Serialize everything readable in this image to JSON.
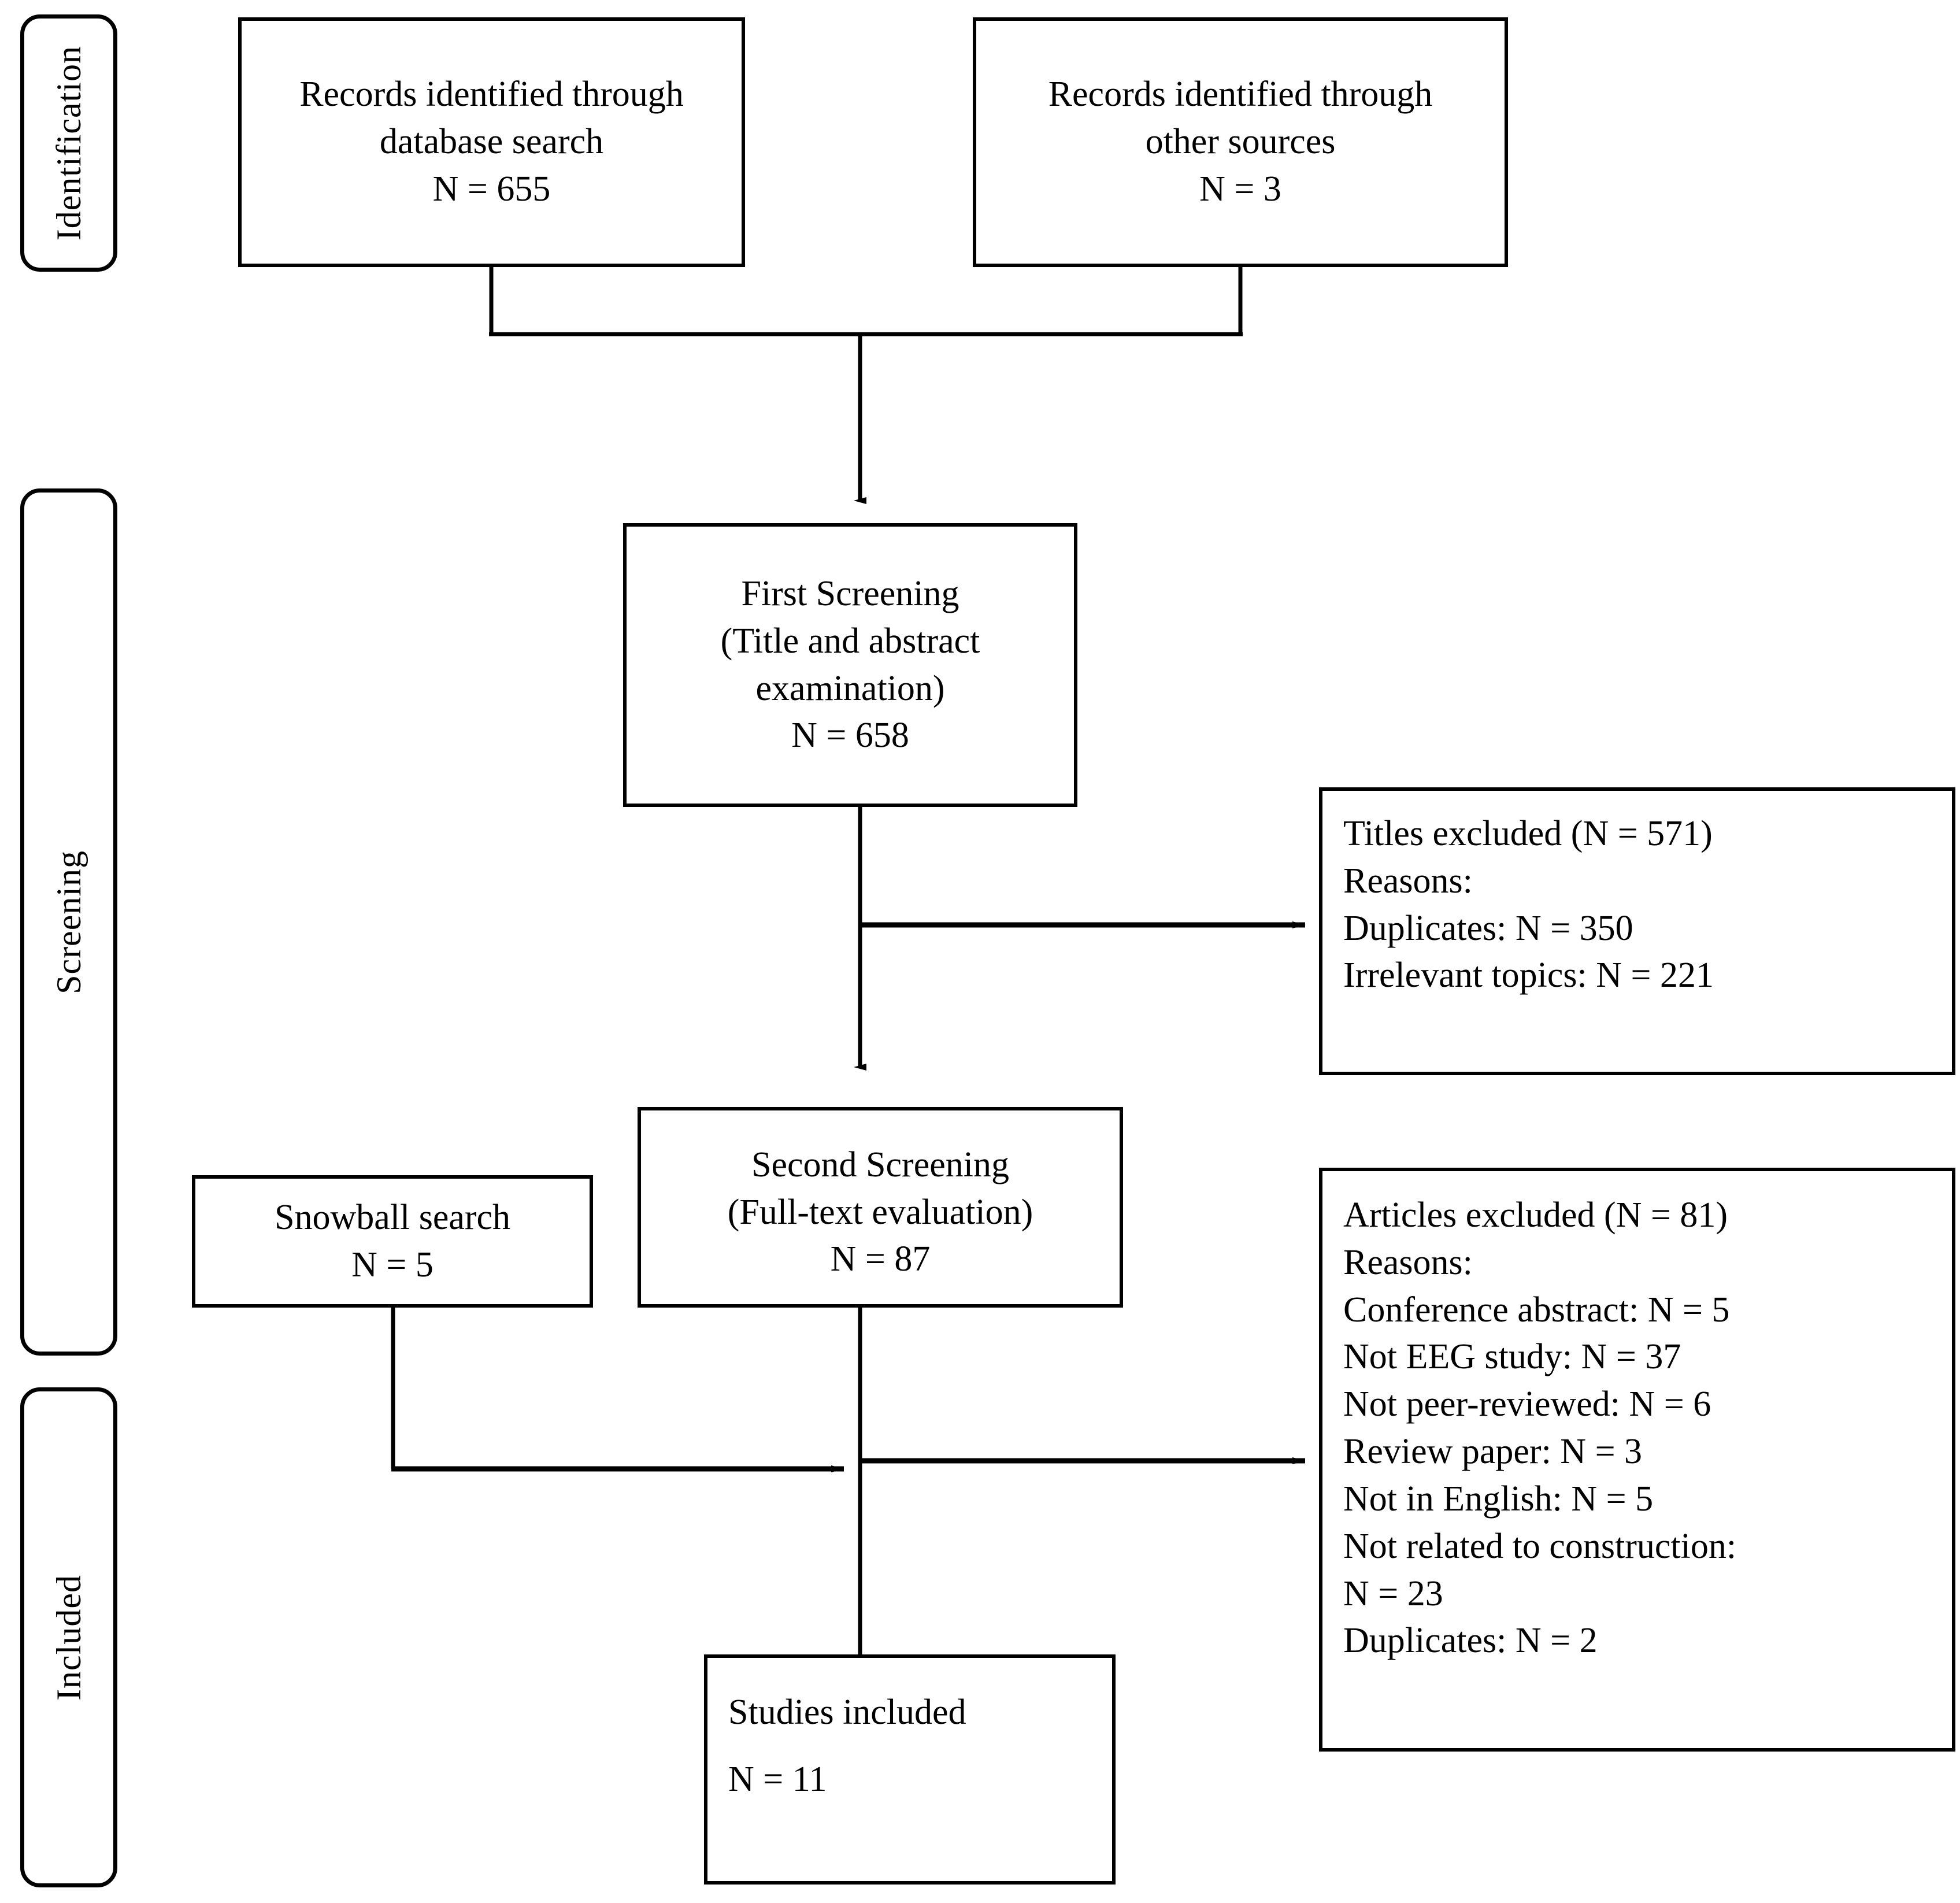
{
  "diagram": {
    "type": "prisma-flow-diagram",
    "title": "PRISMA study selection flow",
    "stroke_color": "#000000",
    "background_color": "#ffffff"
  },
  "stages": [
    {
      "id": "identification",
      "label": "Identification"
    },
    {
      "id": "screening",
      "label": "Screening"
    },
    {
      "id": "included",
      "label": "Included"
    }
  ],
  "boxes": {
    "db_search": {
      "lines": [
        "Records identified through",
        "database search",
        "N = 655"
      ]
    },
    "other_sources": {
      "lines": [
        "Records identified through",
        "other sources",
        "N = 3"
      ]
    },
    "first_screening": {
      "lines": [
        "First Screening",
        "(Title and abstract",
        "examination)",
        "N = 658"
      ]
    },
    "titles_excluded": {
      "lines": [
        "Titles excluded (N = 571)",
        "Reasons:",
        "Duplicates: N = 350",
        "Irrelevant topics: N = 221"
      ]
    },
    "second_screening": {
      "lines": [
        "Second Screening",
        "(Full-text evaluation)",
        "N = 87"
      ]
    },
    "snowball_search": {
      "lines": [
        "Snowball search",
        "N = 5"
      ]
    },
    "articles_excluded": {
      "lines": [
        "Articles excluded (N = 81)",
        "Reasons:",
        "Conference abstract: N = 5",
        "Not EEG study: N = 37",
        "Not peer-reviewed: N = 6",
        "Review paper: N = 3",
        "Not in English: N = 5",
        "Not related to construction:",
        "N = 23",
        "Duplicates: N = 2"
      ]
    },
    "studies_included": {
      "lines": [
        "Studies included",
        "N = 11"
      ]
    }
  },
  "counts": {
    "database_search": 655,
    "other_sources": 3,
    "first_screening": 658,
    "titles_excluded": 571,
    "titles_excluded_duplicates": 350,
    "titles_excluded_irrelevant": 221,
    "second_screening": 87,
    "snowball_search": 5,
    "articles_excluded": 81,
    "articles_conference_abstract": 5,
    "articles_not_eeg": 37,
    "articles_not_peer_reviewed": 6,
    "articles_review_paper": 3,
    "articles_not_english": 5,
    "articles_not_construction": 23,
    "articles_duplicates": 2,
    "studies_included": 11
  }
}
